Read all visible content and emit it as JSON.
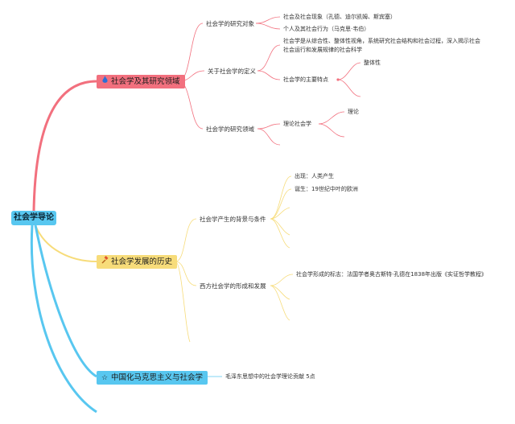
{
  "colors": {
    "pink": "#f2707e",
    "yellow": "#f7dc7a",
    "cyan": "#58c7f0"
  },
  "root": {
    "label": "社会学导论"
  },
  "branches": [
    {
      "label": "社会学及其研究领域",
      "icon": "fire-icon",
      "color": "#f2707e",
      "children": [
        {
          "label": "社会学的研究对象",
          "children": [
            "社会及社会现象（孔德、迪尔凯姆、斯宾塞）",
            "个人及其社会行为（马克思·韦伯）"
          ]
        },
        {
          "label": "关于社会学的定义",
          "children": [
            {
              "line1": "社会学是从综合性、整体性视角，系统研究社会结构和社会过程，深入揭示社会",
              "line2": "社会运行和发展规律的社会科学"
            },
            {
              "label": "社会学的主要特点",
              "children": [
                "整体性"
              ]
            }
          ]
        },
        {
          "label": "社会学的研究领域",
          "children": [
            {
              "label": "理论社会学",
              "children": [
                "理论"
              ]
            }
          ]
        }
      ]
    },
    {
      "label": "社会学发展的历史",
      "icon": "hammer-icon",
      "color": "#f7dc7a",
      "children": [
        {
          "label": "社会学产生的背景与条件",
          "children": [
            "出现：人类产生",
            "诞生：19世纪中叶的欧洲"
          ]
        },
        {
          "label": "西方社会学的形成和发展",
          "children": [
            "社会学形成的标志：法国学者奥古斯特·孔德在1838年出版《实证哲学教程》"
          ]
        }
      ]
    },
    {
      "label": "中国化马克思主义与社会学",
      "icon": "star-icon",
      "color": "#58c7f0",
      "children": [
        "毛泽东思想中的社会学理论贡献 5点"
      ]
    }
  ]
}
